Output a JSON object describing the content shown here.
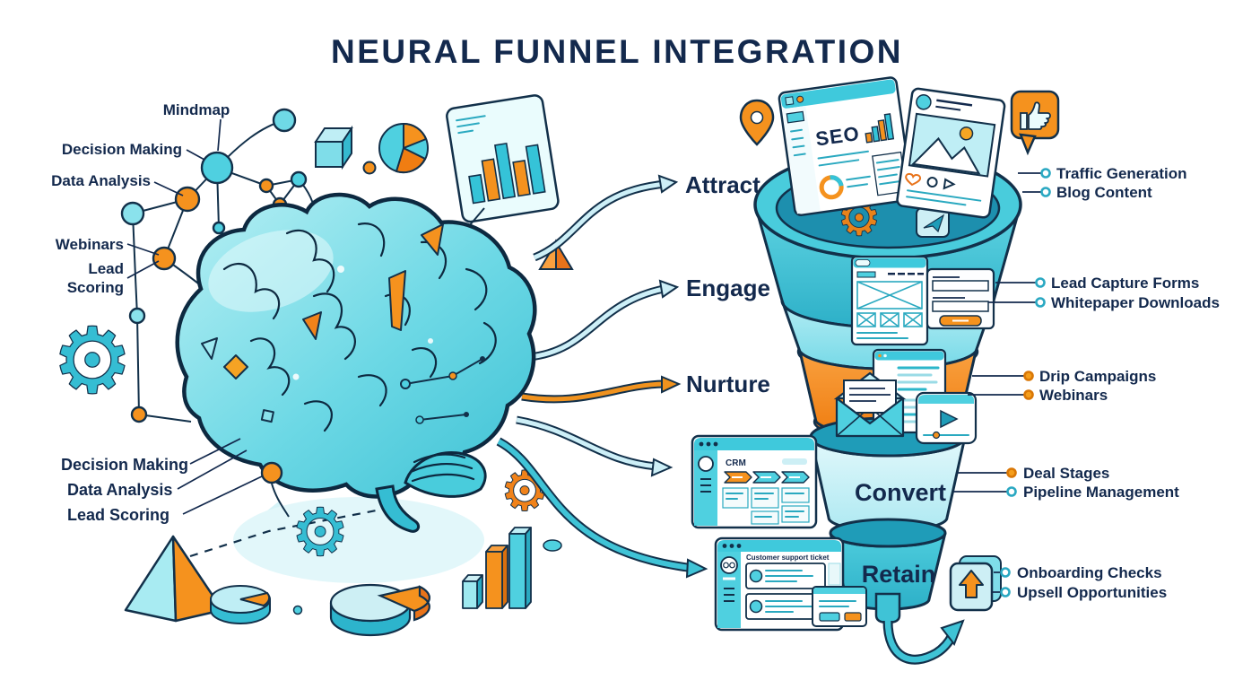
{
  "title": "NEURAL FUNNEL INTEGRATION",
  "mindmap": {
    "mindmap": "Mindmap",
    "decision_making": "Decision Making",
    "data_analysis": "Data Analysis",
    "webinars": "Webinars",
    "lead_scoring_line1": "Lead",
    "lead_scoring_line2": "Scoring"
  },
  "brain_lower": {
    "decision_making": "Decision Making",
    "data_analysis": "Data Analysis",
    "lead_scoring": "Lead Scoring"
  },
  "stages": {
    "attract": "Attract",
    "engage": "Engage",
    "nurture": "Nurture",
    "convert": "Convert",
    "retain": "Retain"
  },
  "callouts": [
    {
      "label": "Traffic Generation",
      "color": "#2aa8c2",
      "fill": "#ffffff"
    },
    {
      "label": "Blog Content",
      "color": "#2aa8c2",
      "fill": "#ffffff"
    },
    {
      "label": "Lead Capture Forms",
      "color": "#2aa8c2",
      "fill": "#ffffff"
    },
    {
      "label": "Whitepaper Downloads",
      "color": "#2aa8c2",
      "fill": "#ffffff"
    },
    {
      "label": "Drip Campaigns",
      "color": "#d97706",
      "fill": "#f59e1b"
    },
    {
      "label": "Webinars",
      "color": "#d97706",
      "fill": "#f59e1b"
    },
    {
      "label": "Deal Stages",
      "color": "#d97706",
      "fill": "#f59e1b"
    },
    {
      "label": "Pipeline Management",
      "color": "#2aa8c2",
      "fill": "#ffffff"
    },
    {
      "label": "Onboarding Checks",
      "color": "#2aa8c2",
      "fill": "#ffffff"
    },
    {
      "label": "Upsell Opportunities",
      "color": "#2aa8c2",
      "fill": "#ffffff"
    }
  ],
  "windows": {
    "seo": "SEO",
    "crm": "CRM",
    "support": "Customer support ticket"
  },
  "palette": {
    "navy": "#13294d",
    "outline": "#12304a",
    "cyan": "#3fc3d6",
    "teal_dark": "#1d8fae",
    "light_cyan": "#cdeff7",
    "orange": "#f5921e"
  }
}
